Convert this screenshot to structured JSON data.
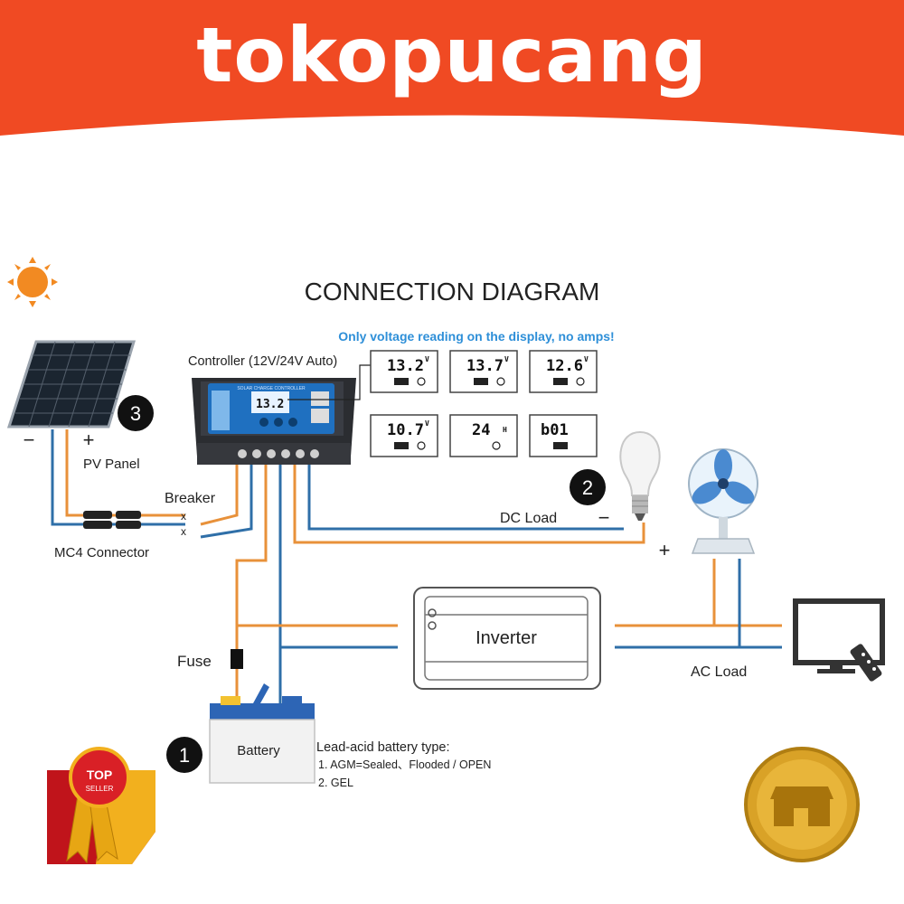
{
  "brand": {
    "name": "tokopucang",
    "color": "#f04a23"
  },
  "diagram": {
    "title": "CONNECTION DIAGRAM",
    "note": "Only voltage reading on the display, no amps!",
    "controller_label": "Controller (12V/24V Auto)",
    "controller_header": "SOLAR CHARGE CONTROLLER",
    "lcd_main": "13.2",
    "panel_label": "PV Panel",
    "panel_minus": "−",
    "panel_plus": "+",
    "breaker_label": "Breaker",
    "mc4_label": "MC4 Connector",
    "dc_load_label": "DC Load",
    "dc_minus": "−",
    "dc_plus": "+",
    "inverter_label": "Inverter",
    "ac_load_label": "AC Load",
    "fuse_label": "Fuse",
    "battery_label": "Battery",
    "battery_type_title": "Lead-acid battery type:",
    "battery_type_1": "1. AGM=Sealed、Flooded / OPEN",
    "battery_type_2": "2. GEL",
    "step_battery": "1",
    "step_dc_load": "2",
    "step_panel": "3",
    "displays": [
      {
        "value": "13.2",
        "unit": "V"
      },
      {
        "value": "13.7",
        "unit": "V"
      },
      {
        "value": "12.6",
        "unit": "V"
      },
      {
        "value": "10.7",
        "unit": "V"
      },
      {
        "value": "24",
        "unit": "H"
      },
      {
        "value": "b01",
        "unit": ""
      }
    ],
    "wire_positive_color": "#e8913a",
    "wire_negative_color": "#2f6fa8"
  },
  "badges": {
    "top_seller_line1": "TOP",
    "top_seller_line2": "SELLER"
  }
}
